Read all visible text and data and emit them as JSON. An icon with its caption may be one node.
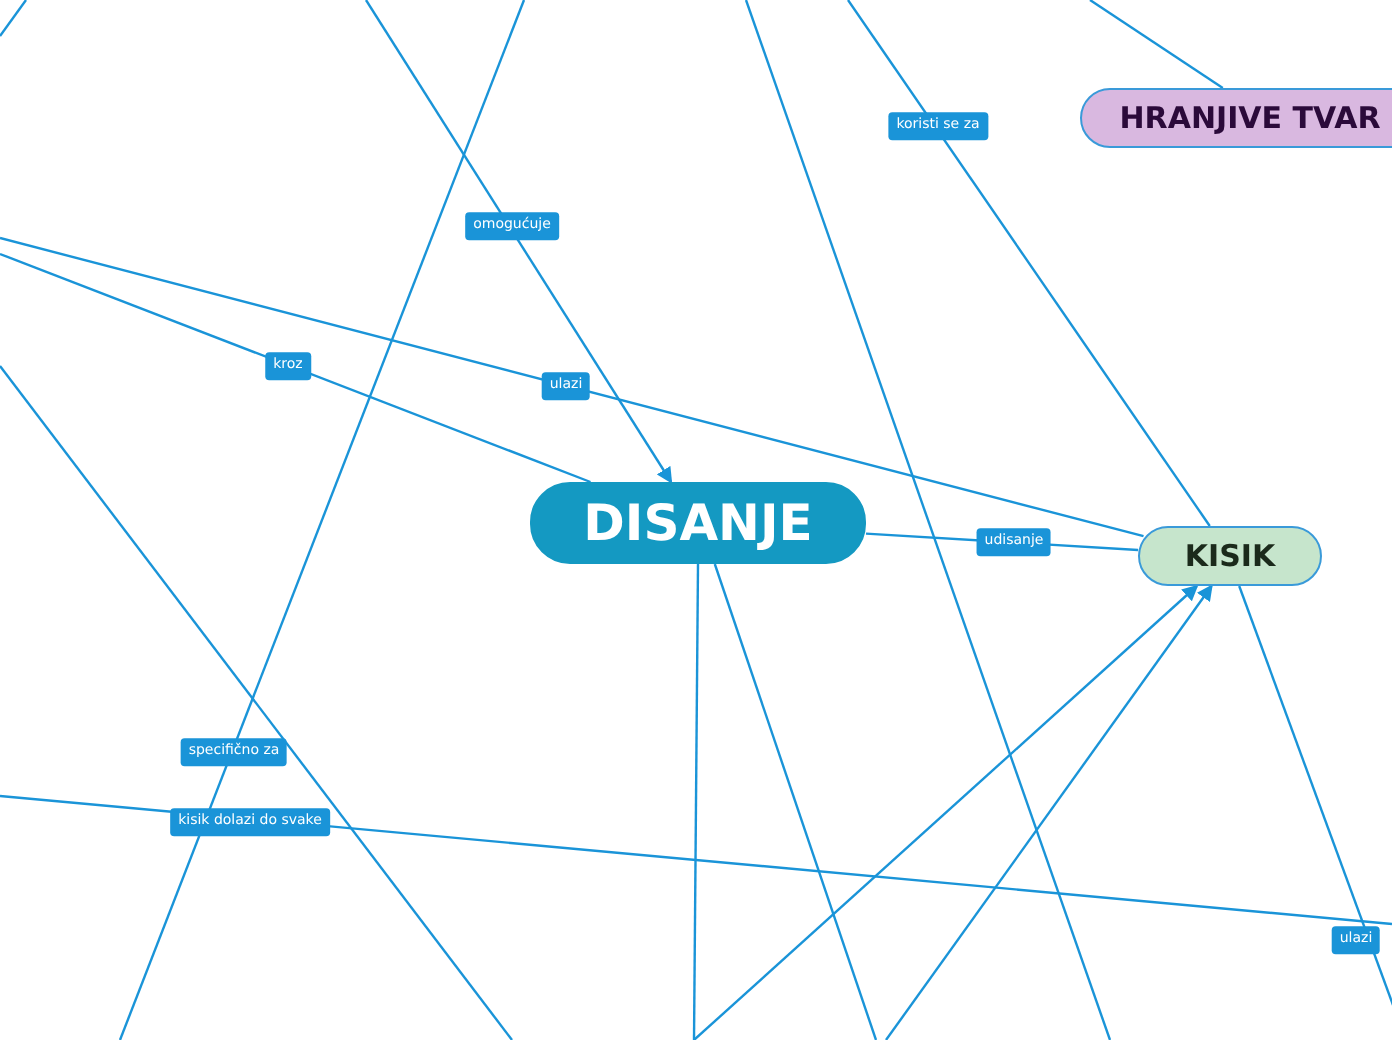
{
  "diagram": {
    "nodes": [
      {
        "text": [
          "DISANJE"
        ]
      },
      {
        "text": [
          "KISIK"
        ]
      },
      {
        "text": [
          "HRANJIVE TVAR"
        ]
      }
    ],
    "edges": [
      {
        "from": null,
        "to": 0,
        "arrow": "to",
        "label": "omogućuje"
      },
      {
        "from": null,
        "to": 0,
        "arrow": "none",
        "label": "kroz"
      },
      {
        "from": null,
        "to": 1,
        "arrow": "none",
        "label": "ulazi"
      },
      {
        "from": 0,
        "to": 1,
        "arrow": "none",
        "label": "udisanje"
      },
      {
        "from": null,
        "to": 1,
        "arrow": "none",
        "label": "koristi se za"
      },
      {
        "from": null,
        "to": 2,
        "arrow": "none"
      },
      {
        "from": null,
        "to": 1,
        "arrow": "to"
      },
      {
        "from": null,
        "to": 1,
        "arrow": "to"
      },
      {
        "from": 0,
        "to": null,
        "arrow": "none"
      },
      {
        "from": 0,
        "to": null,
        "arrow": "none"
      },
      {
        "from": 1,
        "to": null,
        "arrow": "none",
        "label": "ulazi"
      }
    ],
    "labels": [
      "specifično za",
      "kisik dolazi do svake"
    ]
  }
}
